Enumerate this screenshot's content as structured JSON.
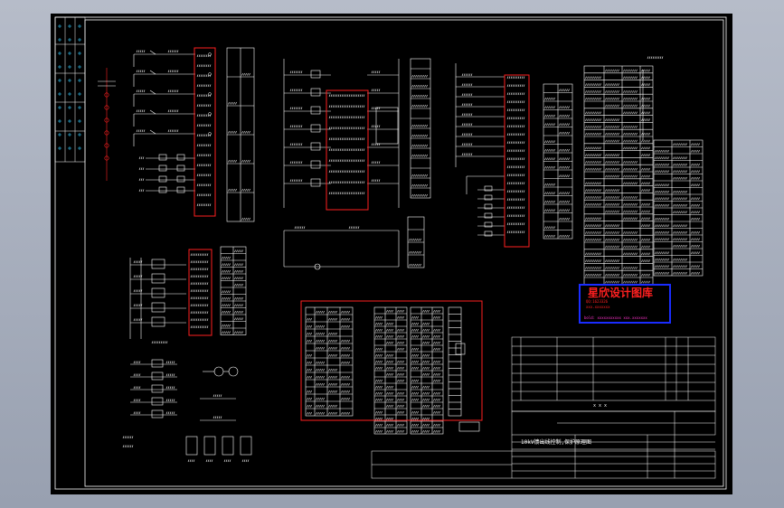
{
  "drawing": {
    "title": "10kV馈出线控制,保护原理图",
    "watermark": {
      "main": "星欣设计图库",
      "sub_lines": [
        "QQ:1623326",
        "xxx.xxxxxxx"
      ],
      "bottom": "bold: xxxxxxxxxxx xxx.xxxxxxx"
    },
    "title_block_notes": [
      "x x x"
    ],
    "colors": {
      "background": "#000000",
      "lines": "#ffffff",
      "highlight_boxes": "#ff2020",
      "watermark_frame": "#1a2cff",
      "revision_text": "#ff33cc",
      "left_strip_text": "#33ccff"
    }
  }
}
